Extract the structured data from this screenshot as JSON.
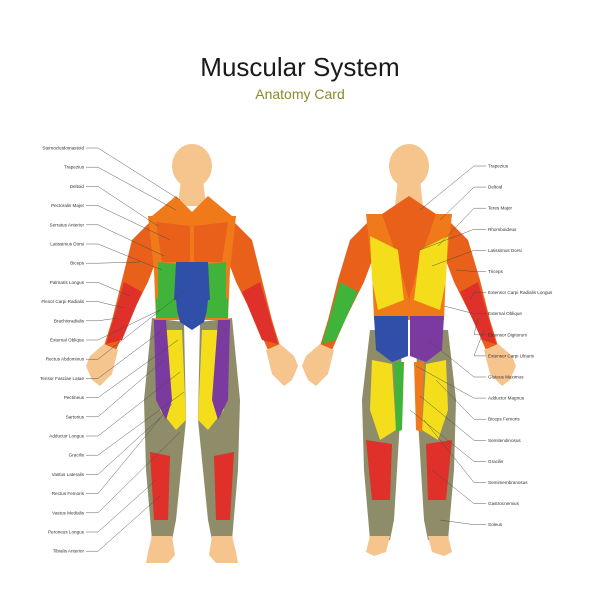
{
  "title": "Muscular System",
  "subtitle": "Anatomy Card",
  "colors": {
    "skin": "#f6c48d",
    "orange": "#f07a1a",
    "deep_orange": "#e8601a",
    "red": "#e0302a",
    "yellow": "#f4de1c",
    "green": "#3fb33a",
    "blue": "#2f4fa8",
    "purple": "#7a3aa0",
    "gray": "#8f8c6a",
    "label_text": "#333333",
    "title_text": "#1a1a1a",
    "subtitle_text": "#8a8a2a"
  },
  "front_labels": [
    "Sternocleidomastoid",
    "Trapezius",
    "Deltoid",
    "Pectoralis Major",
    "Serratus Anterior",
    "Latissimus Dorsi",
    "Biceps",
    "Palmaris Longus",
    "Flexor Carpi Radialis",
    "Brachioradialis",
    "External Oblique",
    "Rectus Abdominus",
    "Tensor Fasciae Latae",
    "Pectineus",
    "Sartorius",
    "Adductor Longus",
    "Gracilis",
    "Vastus Lateralis",
    "Rectus Femoris",
    "Vastus Medialis",
    "Peroneus Longus",
    "Tibialis Anterior"
  ],
  "back_labels": [
    "Trapezius",
    "Deltoid",
    "Teres Major",
    "Rhomboideus",
    "Latissimus Dorsi",
    "Triceps",
    "Extensor Carpi Radialis Longus",
    "External Oblique",
    "Extensor Digitorum",
    "Extensor Carpi Ulnaris",
    "Gluteus Maximus",
    "Adductor Magnus",
    "Biceps Femoris",
    "Semitendinosus",
    "Gracilis",
    "Semimembranosus",
    "Gastrocnemius",
    "Soleus"
  ]
}
